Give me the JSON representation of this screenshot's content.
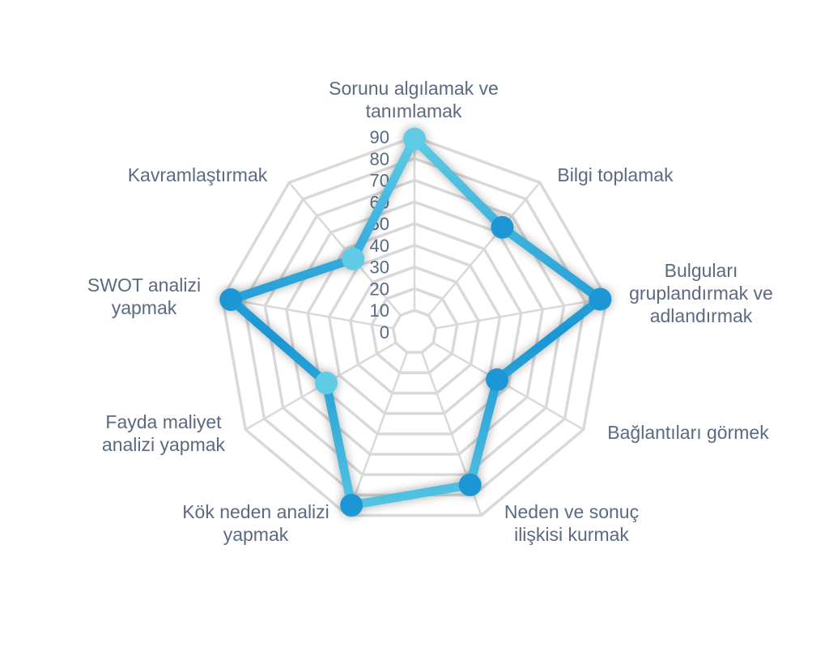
{
  "chart_data": {
    "type": "radar",
    "categories": [
      "Sorunu algılamak ve tanımlamak",
      "Bilgi toplamak",
      "Bulguları gruplandırmak ve adlandırmak",
      "Bağlantıları görmek",
      "Neden ve sonuç ilişkisi kurmak",
      "Kök neden analizi yapmak",
      "Fayda maliyet analizi yapmak",
      "SWOT analizi yapmak",
      "Kavramlaştırmak"
    ],
    "category_lines": [
      [
        "Sorunu algılamak ve",
        "tanımlamak"
      ],
      [
        "Bilgi toplamak"
      ],
      [
        "Bulguları",
        "gruplandırmak ve",
        "adlandırmak"
      ],
      [
        "Bağlantıları görmek"
      ],
      [
        "Neden ve sonuç",
        "ilişkisi kurmak"
      ],
      [
        "Kök neden analizi",
        "yapmak"
      ],
      [
        "Fayda maliyet",
        "analizi yapmak"
      ],
      [
        "SWOT analizi",
        "yapmak"
      ],
      [
        "Kavramlaştırmak"
      ]
    ],
    "ticks": [
      "0",
      "10",
      "20",
      "30",
      "40",
      "50",
      "60",
      "70",
      "80",
      "90"
    ],
    "rmax": 90,
    "series": [
      {
        "values": [
          89,
          63,
          87,
          44,
          75,
          85,
          47,
          86,
          44
        ]
      }
    ],
    "colors": {
      "line_dark": "#1a96d4",
      "line_light": "#5ecbe4",
      "grid": "#d9d9d9",
      "label": "#5b6a82"
    },
    "grid": true,
    "legend": "none"
  }
}
